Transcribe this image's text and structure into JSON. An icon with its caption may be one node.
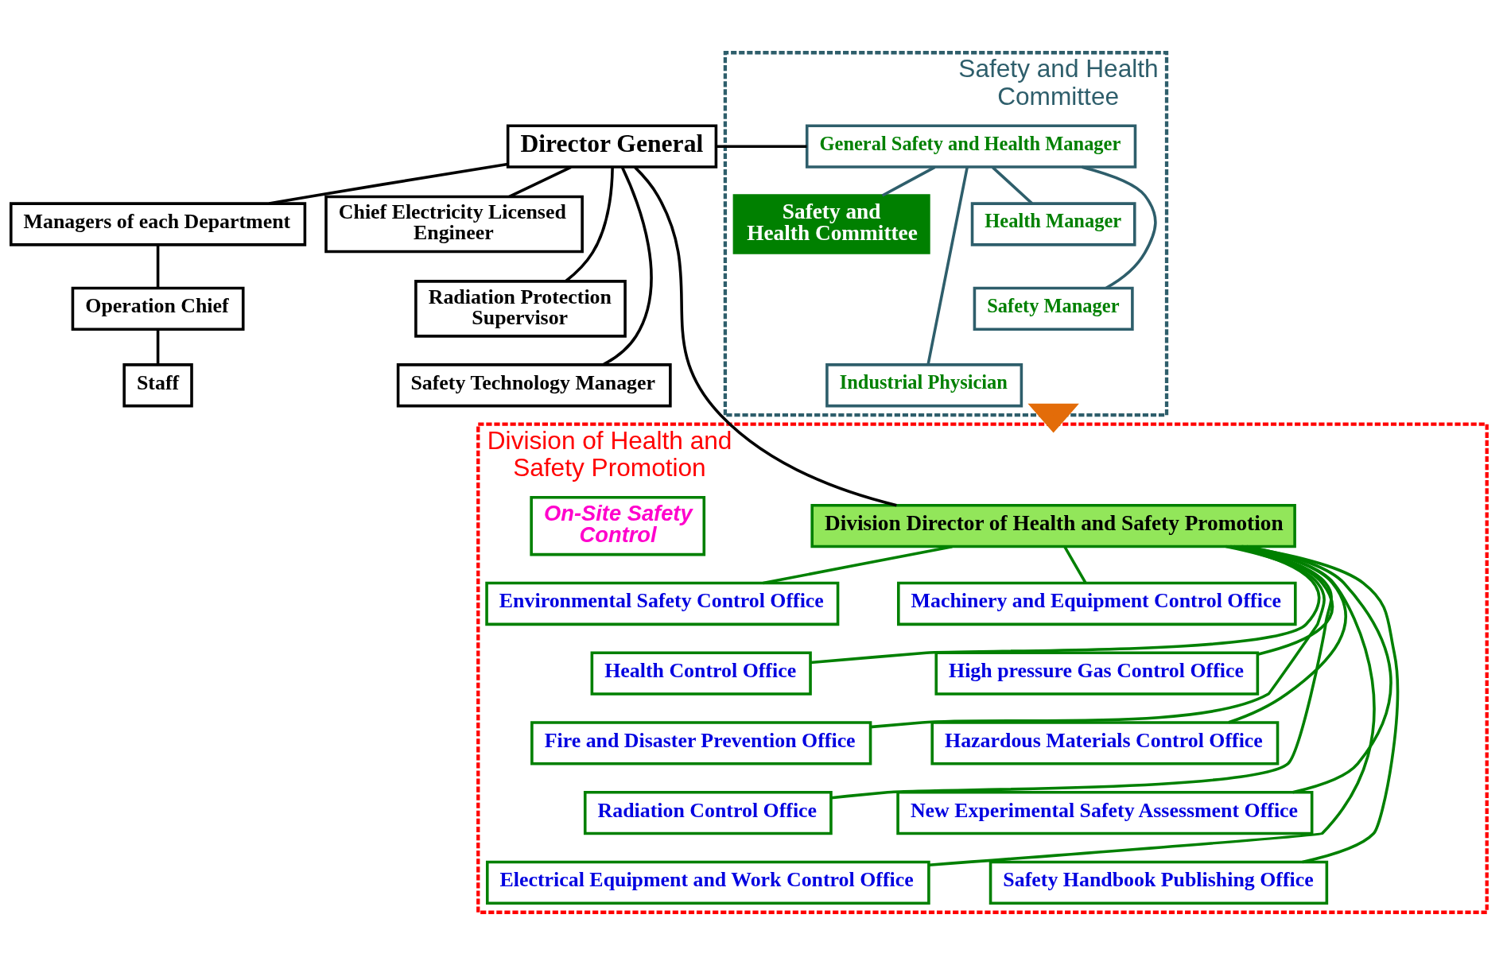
{
  "diagram": {
    "nodes": [
      {
        "text": [
          "Director General"
        ]
      },
      {
        "text": [
          "Managers of each Department"
        ]
      },
      {
        "text": [
          "Operation Chief"
        ]
      },
      {
        "text": [
          "Staff"
        ]
      },
      {
        "text": [
          "Chief Electricity Licensed Engineer"
        ]
      },
      {
        "text": [
          "Radiation Protection Supervisor"
        ]
      },
      {
        "text": [
          "Safety Technology Manager"
        ]
      },
      {
        "text": [
          "Safety and Health Committee"
        ]
      },
      {
        "text": [
          "General Safety and Health Manager"
        ],
        "in": 7
      },
      {
        "text": [
          "Safety and Health Committee"
        ],
        "in": 7
      },
      {
        "text": [
          "Health Manager"
        ],
        "in": 7
      },
      {
        "text": [
          "Safety Manager"
        ],
        "in": 7
      },
      {
        "text": [
          "Industrial Physician"
        ],
        "in": 7
      },
      {
        "text": [
          "Division of Health and Safety Promotion"
        ]
      },
      {
        "text": [
          "Division Director of Health and Safety Promotion"
        ],
        "in": 13
      },
      {
        "text": [
          "On-Site Safety Control"
        ],
        "in": 13
      },
      {
        "text": [
          "Environmental Safety Control Office"
        ],
        "in": 13
      },
      {
        "text": [
          "Health Control Office"
        ],
        "in": 13
      },
      {
        "text": [
          "Fire and Disaster Prevention Office"
        ],
        "in": 13
      },
      {
        "text": [
          "Radiation Control Office"
        ],
        "in": 13
      },
      {
        "text": [
          "Electrical Equipment and Work Control Office"
        ],
        "in": 13
      },
      {
        "text": [
          "Machinery and Equipment Control Office"
        ],
        "in": 13
      },
      {
        "text": [
          "High pressure Gas Control Office"
        ],
        "in": 13
      },
      {
        "text": [
          "Hazardous Materials Control Office"
        ],
        "in": 13
      },
      {
        "text": [
          "New Experimental Safety Assessment Office"
        ],
        "in": 13
      },
      {
        "text": [
          "Safety Handbook Publishing Office"
        ],
        "in": 13
      }
    ],
    "edges": [
      {
        "from": 0,
        "to": 8,
        "arrow": "none",
        "color": "#000000"
      },
      {
        "from": 0,
        "to": 1,
        "arrow": "none",
        "color": "#000000"
      },
      {
        "from": 0,
        "to": 4,
        "arrow": "none",
        "color": "#000000"
      },
      {
        "from": 0,
        "to": 5,
        "arrow": "none",
        "color": "#000000"
      },
      {
        "from": 0,
        "to": 6,
        "arrow": "none",
        "color": "#000000"
      },
      {
        "from": 0,
        "to": 14,
        "arrow": "none",
        "color": "#000000"
      },
      {
        "from": 1,
        "to": 2,
        "arrow": "none",
        "color": "#000000"
      },
      {
        "from": 2,
        "to": 3,
        "arrow": "none",
        "color": "#000000"
      },
      {
        "from": 8,
        "to": 9,
        "arrow": "none",
        "color": "#2e5e6b"
      },
      {
        "from": 8,
        "to": 10,
        "arrow": "none",
        "color": "#2e5e6b"
      },
      {
        "from": 8,
        "to": 11,
        "arrow": "none",
        "color": "#2e5e6b"
      },
      {
        "from": 8,
        "to": 12,
        "arrow": "none",
        "color": "#2e5e6b"
      },
      {
        "from": 7,
        "to": 13,
        "arrow": "to",
        "style": "thick",
        "color": "#e36c09"
      },
      {
        "from": 14,
        "to": 16,
        "arrow": "none"
      },
      {
        "from": 14,
        "to": 17,
        "arrow": "none"
      },
      {
        "from": 14,
        "to": 18,
        "arrow": "none"
      },
      {
        "from": 14,
        "to": 19,
        "arrow": "none"
      },
      {
        "from": 14,
        "to": 20,
        "arrow": "none"
      },
      {
        "from": 14,
        "to": 21,
        "arrow": "none"
      },
      {
        "from": 14,
        "to": 22,
        "arrow": "none"
      },
      {
        "from": 14,
        "to": 23,
        "arrow": "none"
      },
      {
        "from": 14,
        "to": 24,
        "arrow": "none"
      },
      {
        "from": 14,
        "to": 25,
        "arrow": "none"
      }
    ]
  }
}
